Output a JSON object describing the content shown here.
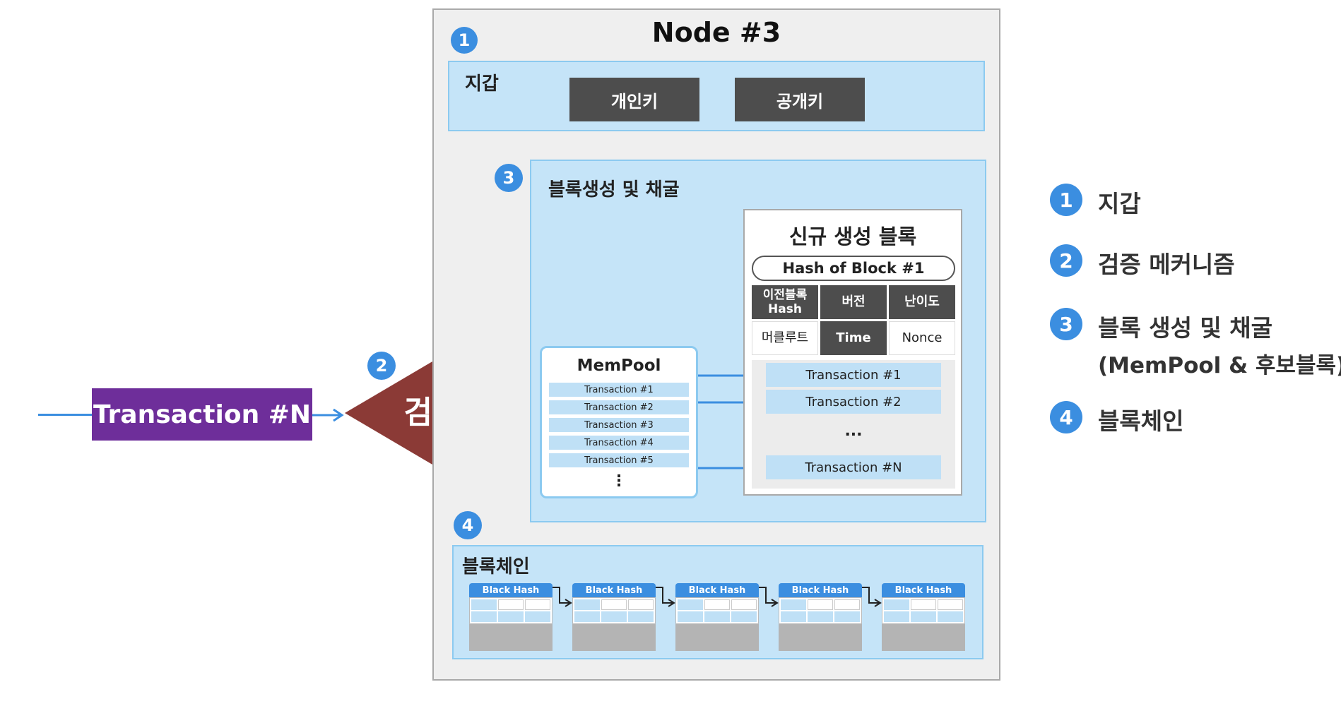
{
  "input": {
    "transaction_label": "Transaction #N",
    "verify_label": "검증"
  },
  "node": {
    "title": "Node #3",
    "wallet": {
      "label": "지갑",
      "private_key": "개인키",
      "public_key": "공개키"
    },
    "mining": {
      "label": "블록생성 및 채굴",
      "mempool": {
        "title": "MemPool",
        "transactions": [
          "Transaction #1",
          "Transaction #2",
          "Transaction #3",
          "Transaction #4",
          "Transaction #5"
        ],
        "more": "⋮"
      },
      "new_block": {
        "title": "신규 생성 블록",
        "hash": "Hash of Block #1",
        "header": {
          "prev_hash": "이전블록 Hash",
          "version": "버전",
          "difficulty": "난이도",
          "merkle_root": "머클루트",
          "time": "Time",
          "nonce": "Nonce"
        },
        "transactions": [
          "Transaction #1",
          "Transaction #2",
          "Transaction #N"
        ],
        "ellipsis": "..."
      }
    },
    "blockchain": {
      "label": "블록체인",
      "blocks": [
        "Black Hash",
        "Black Hash",
        "Black Hash",
        "Black Hash",
        "Black Hash"
      ]
    }
  },
  "badges": [
    "1",
    "2",
    "3",
    "4"
  ],
  "legend": [
    {
      "num": "1",
      "text": "지갑"
    },
    {
      "num": "2",
      "text": "검증 메커니즘"
    },
    {
      "num": "3",
      "text": "블록 생성 및 채굴",
      "text2": "(MemPool & 후보블록)"
    },
    {
      "num": "4",
      "text": "블록체인"
    }
  ],
  "colors": {
    "accent_blue": "#3b8ee0",
    "zone_blue": "#c5e4f8",
    "purple": "#6e2e9a",
    "diamond": "#8b3a36",
    "dark_cell": "#4d4d4d"
  }
}
